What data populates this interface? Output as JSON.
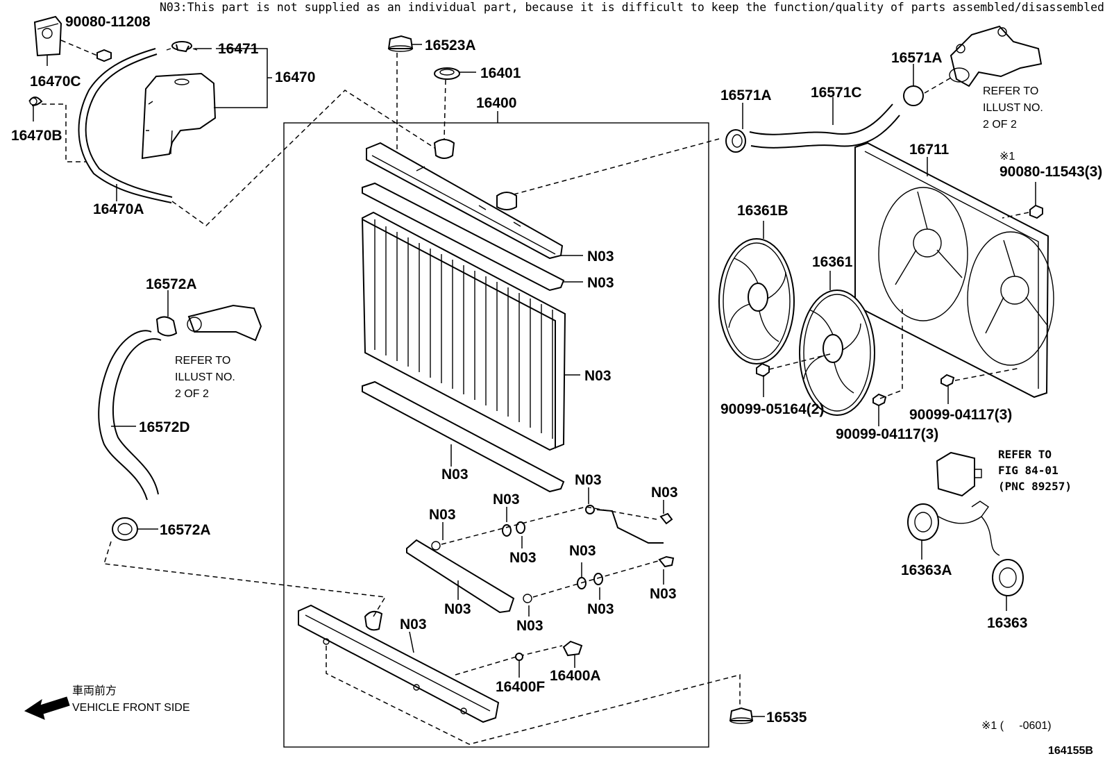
{
  "note": "N03:This part is not supplied as an individual part, because it is difficult to keep the function/quality of parts assembled/disassembled",
  "figure_id": "164155B",
  "vehicle_front": {
    "jp": "車両前方",
    "en": "VEHICLE FRONT SIDE"
  },
  "footnote": {
    "mark": "※1",
    "text": "※1 (     -0601)"
  },
  "labels": {
    "p90080_11208": "90080-11208",
    "p16471": "16471",
    "p16470": "16470",
    "p16470C": "16470C",
    "p16470B": "16470B",
    "p16470A": "16470A",
    "p16523A": "16523A",
    "p16401": "16401",
    "p16400": "16400",
    "p16571A_top": "16571A",
    "p16571A_left": "16571A",
    "p16571C": "16571C",
    "p16711": "16711",
    "p16361B": "16361B",
    "p16361": "16361",
    "p90080_11543": "90080-11543(3)",
    "p90099_05164": "90099-05164(2)",
    "p90099_04117_a": "90099-04117(3)",
    "p90099_04117_b": "90099-04117(3)",
    "p16572A_top": "16572A",
    "p16572D": "16572D",
    "p16572A_bottom": "16572A",
    "p16363A": "16363A",
    "p16363": "16363",
    "p16400F": "16400F",
    "p16400A": "16400A",
    "p16535": "16535",
    "n03": "N03"
  },
  "refer_illust_right": [
    "REFER TO",
    "ILLUST NO.",
    "2 OF 2"
  ],
  "refer_illust_left": [
    "REFER TO",
    "ILLUST NO.",
    "2 OF 2"
  ],
  "refer_fig": [
    "REFER TO",
    "FIG 84-01",
    "(PNC 89257)"
  ]
}
